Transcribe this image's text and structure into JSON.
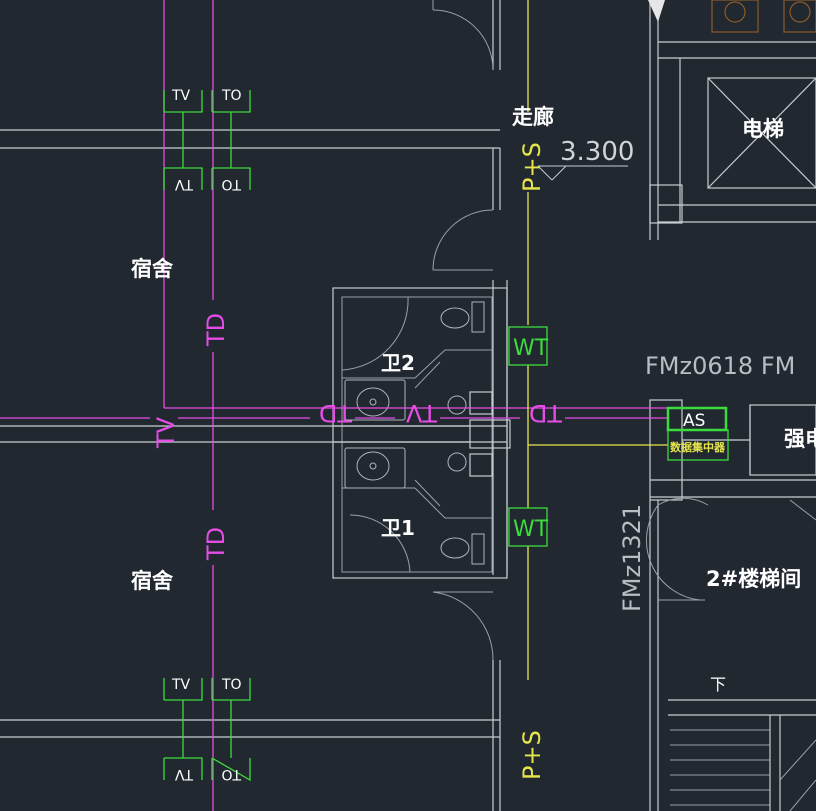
{
  "labels": {
    "corridor": "走廊",
    "elevator": "电梯",
    "dorm_top": "宿舍",
    "dorm_bottom": "宿舍",
    "wc2": "卫2",
    "wc1": "卫1",
    "stair": "2#楼梯间",
    "strong": "强电",
    "down": "下",
    "elevation": "3.300",
    "fm_top": "FMz0618  FM",
    "fm_side": "FMz1321"
  },
  "outlets": {
    "tv": "TV",
    "to": "TO"
  },
  "runs": {
    "td": "TD",
    "tv": "TV",
    "ps": "P+S"
  },
  "wt": "WT",
  "as_box": "AS",
  "collector": "数据集中器"
}
